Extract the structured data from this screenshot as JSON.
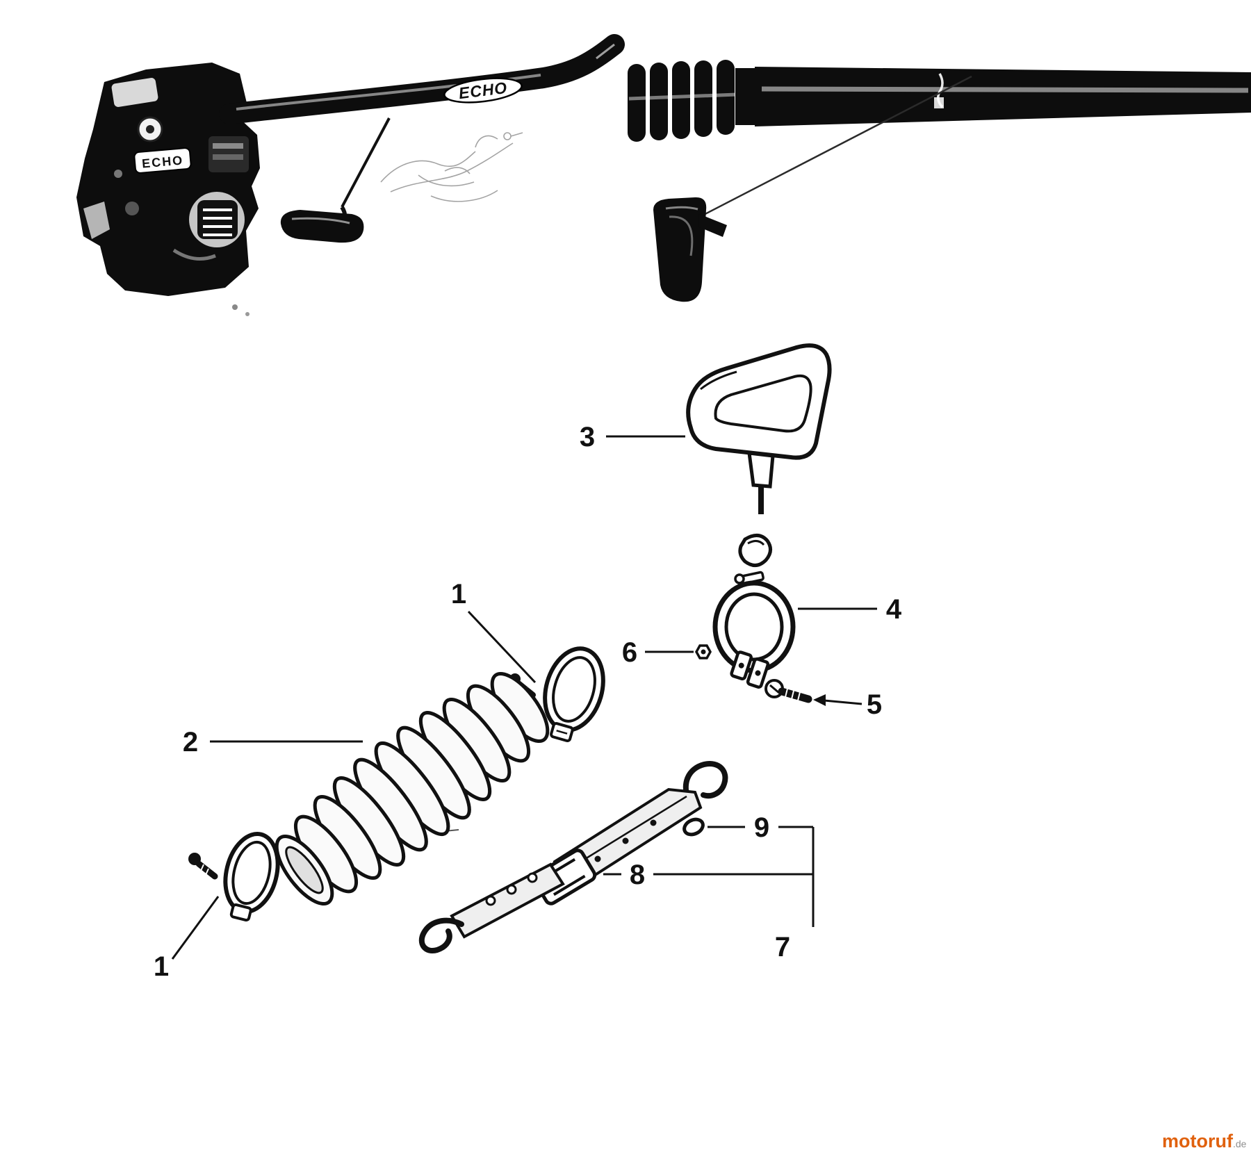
{
  "colors": {
    "paper": "#ffffff",
    "ink": "#111111",
    "watermark_brand": "#e0610e",
    "watermark_suffix": "#8f8f8f"
  },
  "labels": {
    "engine_logo": "ECHO",
    "shaft_logo": "ECHO"
  },
  "callouts": {
    "part1_top": "1",
    "part1_bottom": "1",
    "part2": "2",
    "part3": "3",
    "part4": "4",
    "part5": "5",
    "part6": "6",
    "part7": "7",
    "part8": "8",
    "part9": "9"
  },
  "watermark": {
    "brand": "motoruf",
    "suffix": ".de"
  }
}
